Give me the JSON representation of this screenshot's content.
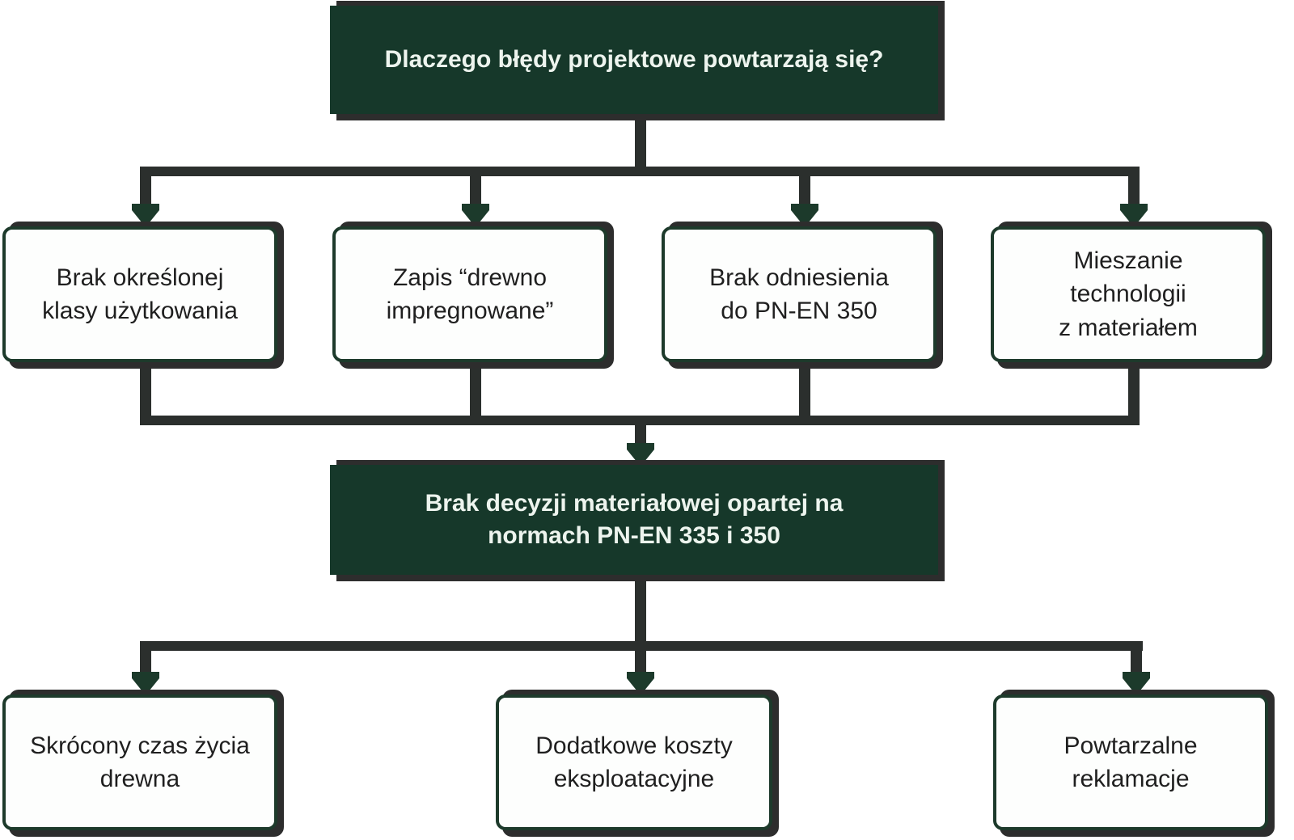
{
  "colors": {
    "box_green": "#16382a",
    "border_green": "#1d3a2b",
    "connector_gray": "#2b2f2d",
    "shadow_gray": "#2d2d2d",
    "text_light": "#edf4ee",
    "text_dark": "#1f1f1f"
  },
  "diagram": {
    "root": {
      "label": "Dlaczego błędy projektowe powtarzają się?"
    },
    "causes": [
      {
        "label": "Brak określonej\nklasy użytkowania"
      },
      {
        "label": "Zapis “drewno\nimpregnowane”"
      },
      {
        "label": "Brak odniesienia\ndo PN-EN 350"
      },
      {
        "label": "Mieszanie\ntechnologii\nz materiałem"
      }
    ],
    "conclusion": {
      "label": "Brak decyzji materiałowej opartej na\nnormach PN-EN 335 i 350"
    },
    "effects": [
      {
        "label": "Skrócony czas życia\ndrewna"
      },
      {
        "label": "Dodatkowe koszty\neksploatacyjne"
      },
      {
        "label": "Powtarzalne\nreklamacje"
      }
    ]
  }
}
